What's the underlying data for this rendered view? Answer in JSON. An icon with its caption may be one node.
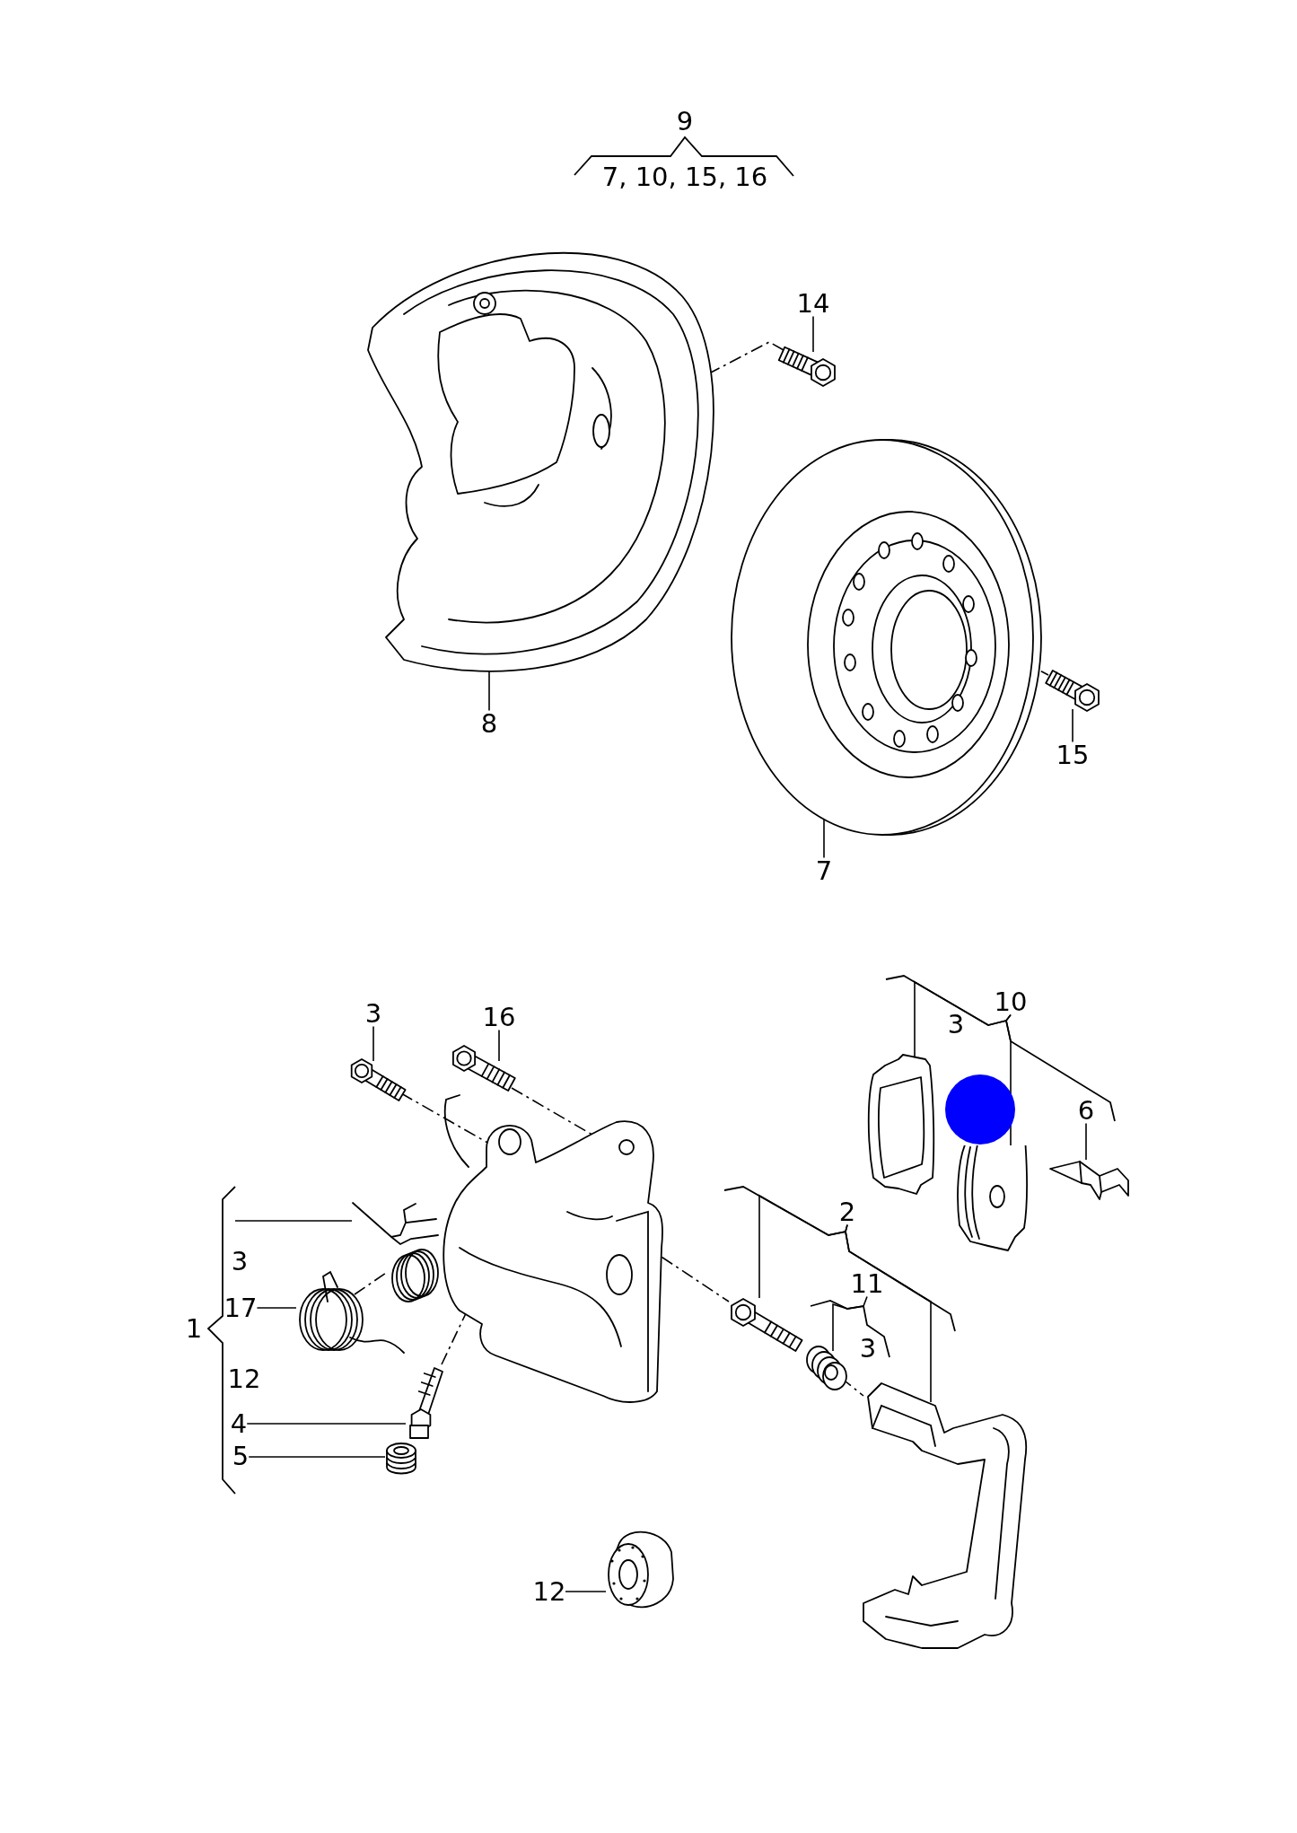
{
  "diagram": {
    "nodes": [
      {
        "text": [
          "14"
        ]
      },
      {
        "text": [],
        "shape": "picture"
      },
      {
        "text": [],
        "shape": "picture"
      },
      {
        "text": [
          "8"
        ]
      },
      {
        "text": [],
        "shape": "picture"
      },
      {
        "text": [
          "7"
        ]
      },
      {
        "text": [],
        "shape": "picture"
      },
      {
        "text": [
          "15"
        ]
      },
      {
        "text": [
          "3"
        ]
      },
      {
        "text": [],
        "shape": "picture"
      },
      {
        "text": [
          "16"
        ]
      },
      {
        "text": [],
        "shape": "picture"
      },
      {
        "text": [],
        "shape": "picture"
      },
      {
        "text": [
          "10"
        ]
      },
      {
        "text": [],
        "shape": "picture"
      },
      {
        "text": [],
        "shape": "picture"
      },
      {
        "text": [
          "6"
        ]
      },
      {
        "text": [],
        "shape": "picture"
      },
      {
        "text": [
          "3"
        ]
      },
      {
        "text": [],
        "shape": "picture"
      },
      {
        "text": [
          "17"
        ]
      },
      {
        "text": [],
        "shape": "picture"
      },
      {
        "text": [
          "4"
        ]
      },
      {
        "text": [],
        "shape": "picture"
      },
      {
        "text": [
          "5"
        ]
      },
      {
        "text": [],
        "shape": "picture"
      },
      {
        "text": [
          "2"
        ]
      },
      {
        "text": [],
        "shape": "picture"
      },
      {
        "text": [
          "11"
        ]
      },
      {
        "text": [],
        "shape": "picture"
      },
      {
        "text": [],
        "shape": "picture"
      },
      {
        "text": [
          "12"
        ]
      },
      {
        "text": [],
        "shape": "picture"
      },
      {
        "text": [],
        "shape": "circle"
      }
    ],
    "edges": [
      {
        "from": 0,
        "to": 1,
        "arrow": "none"
      },
      {
        "from": 3,
        "to": 2,
        "arrow": "none"
      },
      {
        "from": 5,
        "to": 4,
        "arrow": "none"
      },
      {
        "from": 7,
        "to": 6,
        "arrow": "none"
      },
      {
        "from": 8,
        "to": 9,
        "arrow": "none"
      },
      {
        "from": 10,
        "to": 11,
        "arrow": "none"
      },
      {
        "from": 13,
        "to": 14,
        "arrow": "none"
      },
      {
        "from": 13,
        "to": 15,
        "arrow": "none"
      },
      {
        "from": 16,
        "to": 17,
        "arrow": "none"
      },
      {
        "from": 18,
        "to": 19,
        "arrow": "none"
      },
      {
        "from": 20,
        "to": 21,
        "arrow": "none"
      },
      {
        "from": 22,
        "to": 23,
        "arrow": "none"
      },
      {
        "from": 24,
        "to": 25,
        "arrow": "none"
      },
      {
        "from": 26,
        "to": 27,
        "arrow": "none"
      },
      {
        "from": 26,
        "to": 30,
        "arrow": "none"
      },
      {
        "from": 28,
        "to": 29,
        "arrow": "none"
      },
      {
        "from": 31,
        "to": 32,
        "arrow": "none"
      },
      {
        "from": 1,
        "to": 2,
        "arrow": "none",
        "style": "dashed"
      },
      {
        "from": 4,
        "to": 6,
        "arrow": "none",
        "style": "dashed"
      },
      {
        "from": 9,
        "to": 12,
        "arrow": "none",
        "style": "dashed"
      },
      {
        "from": 12,
        "to": 27,
        "arrow": "none",
        "style": "dashed"
      },
      {
        "from": 11,
        "to": 12,
        "arrow": "none",
        "style": "dashed"
      },
      {
        "from": 21,
        "to": 19,
        "arrow": "none",
        "style": "dashed"
      },
      {
        "from": 23,
        "to": 12,
        "arrow": "none",
        "style": "dashed"
      },
      {
        "from": 29,
        "to": 30,
        "arrow": "none",
        "style": "dashed"
      }
    ],
    "labels": [
      "9",
      "7, 10, 15, 16",
      "3",
      "1",
      "12",
      "3"
    ]
  }
}
